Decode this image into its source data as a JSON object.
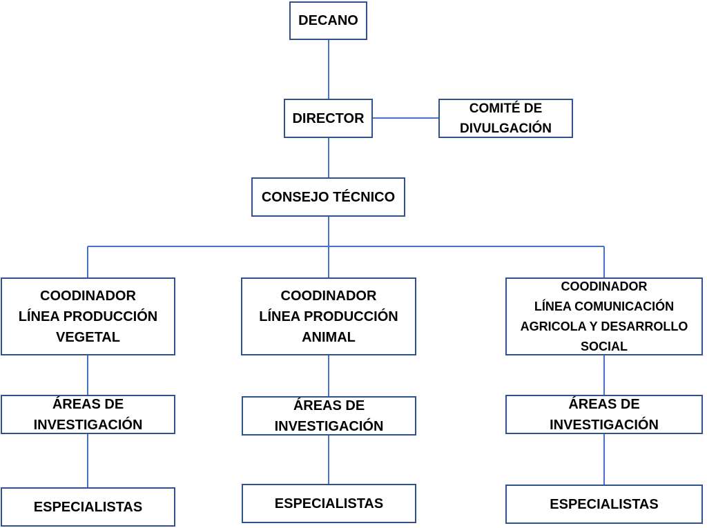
{
  "colors": {
    "connector": "#4472c4",
    "box_border": "#2f528f",
    "text": "#000000",
    "background": "#ffffff"
  },
  "nodes": {
    "decano": "DECANO",
    "director": "DIRECTOR",
    "comite": "COMITÉ DE\nDIVULGACIÓN",
    "consejo": "CONSEJO TÉCNICO",
    "coord_vegetal": "COODINADOR\nLÍNEA PRODUCCIÓN\nVEGETAL",
    "coord_animal": "COODINADOR\nLÍNEA PRODUCCIÓN\nANIMAL",
    "coord_comunicacion": "COODINADOR\nLÍNEA COMUNICACIÓN\nAGRICOLA Y DESARROLLO\nSOCIAL",
    "areas_vegetal": "ÁREAS DE\nINVESTIGACIÓN",
    "areas_animal": "ÁREAS DE\nINVESTIGACIÓN",
    "areas_comunicacion": "ÁREAS DE\nINVESTIGACIÓN",
    "especialistas_vegetal": "ESPECIALISTAS",
    "especialistas_animal": "ESPECIALISTAS",
    "especialistas_comunicacion": "ESPECIALISTAS"
  }
}
